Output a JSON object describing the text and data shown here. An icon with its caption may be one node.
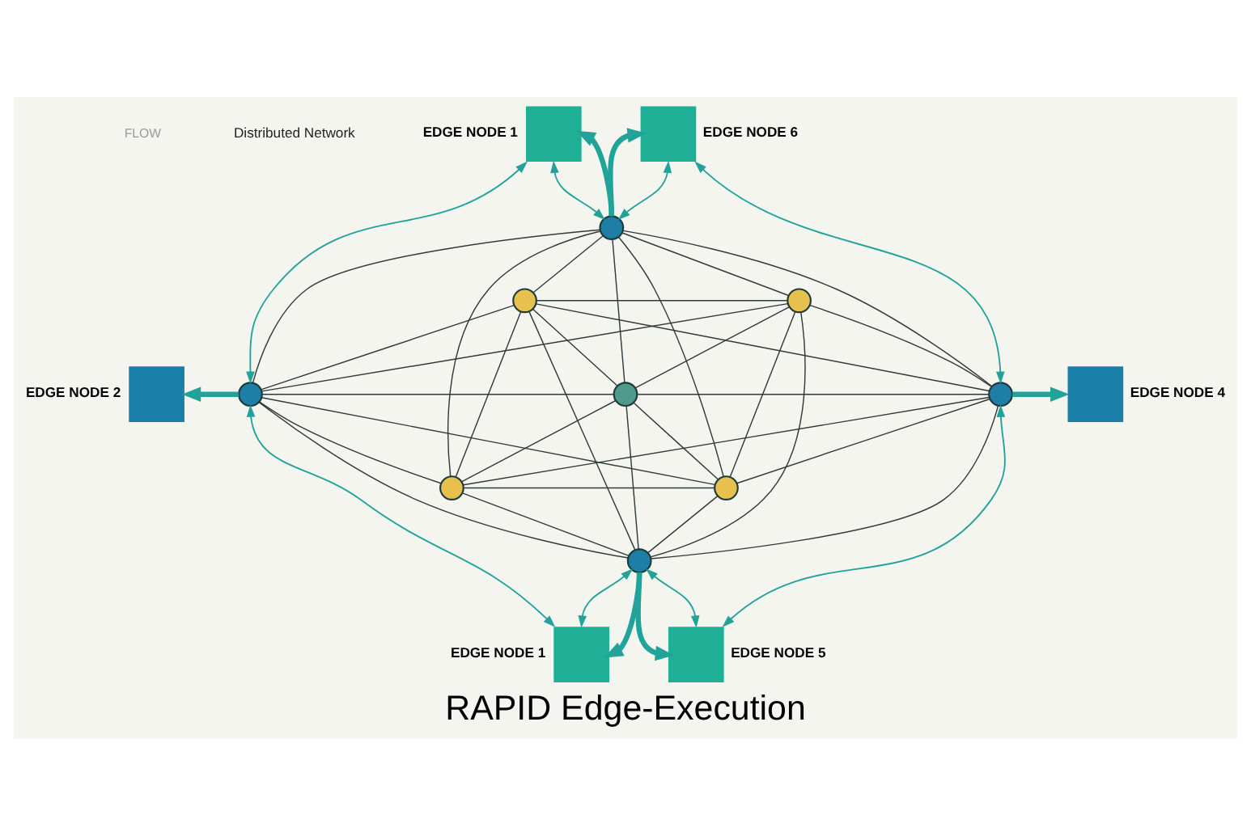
{
  "diagram": {
    "title": "RAPID Edge-Execution",
    "nodes": [
      {
        "text": [
          "EDGE NODE 1"
        ]
      },
      {
        "text": [
          "EDGE NODE 6"
        ]
      },
      {
        "text": [],
        "shape": "circle"
      },
      {
        "text": [],
        "shape": "circle"
      },
      {
        "text": [],
        "shape": "circle"
      },
      {
        "text": [
          "EDGE NODE 2"
        ]
      },
      {
        "text": [],
        "shape": "circle"
      },
      {
        "text": [],
        "shape": "circle"
      },
      {
        "text": [],
        "shape": "circle"
      },
      {
        "text": [
          "EDGE NODE 4"
        ]
      },
      {
        "text": [],
        "shape": "circle"
      },
      {
        "text": [],
        "shape": "circle"
      },
      {
        "text": [],
        "shape": "circle"
      },
      {
        "text": [
          "EDGE NODE 1"
        ]
      },
      {
        "text": [
          "EDGE NODE 5"
        ]
      }
    ],
    "edges": [
      {
        "from": 2,
        "to": 0,
        "arrow": "to",
        "style": "thick",
        "color": "#22a39a"
      },
      {
        "from": 2,
        "to": 1,
        "arrow": "to",
        "style": "thick",
        "color": "#22a39a"
      },
      {
        "from": 0,
        "to": 2,
        "arrow": "both",
        "color": "#22a39a"
      },
      {
        "from": 1,
        "to": 2,
        "arrow": "both",
        "color": "#22a39a"
      },
      {
        "from": 6,
        "to": 5,
        "arrow": "to",
        "style": "thick",
        "color": "#22a39a"
      },
      {
        "from": 0,
        "to": 6,
        "arrow": "both",
        "color": "#22a39a"
      },
      {
        "from": 13,
        "to": 6,
        "arrow": "both",
        "color": "#22a39a"
      },
      {
        "from": 8,
        "to": 9,
        "arrow": "to",
        "style": "thick",
        "color": "#22a39a"
      },
      {
        "from": 1,
        "to": 8,
        "arrow": "both",
        "color": "#22a39a"
      },
      {
        "from": 14,
        "to": 8,
        "arrow": "both",
        "color": "#22a39a"
      },
      {
        "from": 12,
        "to": 13,
        "arrow": "to",
        "style": "thick",
        "color": "#22a39a"
      },
      {
        "from": 12,
        "to": 14,
        "arrow": "to",
        "style": "thick",
        "color": "#22a39a"
      },
      {
        "from": 13,
        "to": 12,
        "arrow": "both",
        "color": "#22a39a"
      },
      {
        "from": 14,
        "to": 12,
        "arrow": "both",
        "color": "#22a39a"
      },
      {
        "from": 2,
        "to": 4,
        "arrow": "none"
      },
      {
        "from": 4,
        "to": 8,
        "arrow": "none"
      },
      {
        "from": 8,
        "to": 11,
        "arrow": "none"
      },
      {
        "from": 11,
        "to": 12,
        "arrow": "none"
      },
      {
        "from": 12,
        "to": 10,
        "arrow": "none"
      },
      {
        "from": 10,
        "to": 6,
        "arrow": "none"
      },
      {
        "from": 6,
        "to": 3,
        "arrow": "none"
      },
      {
        "from": 3,
        "to": 2,
        "arrow": "none"
      },
      {
        "from": 2,
        "to": 7,
        "arrow": "none"
      },
      {
        "from": 4,
        "to": 7,
        "arrow": "none"
      },
      {
        "from": 7,
        "to": 8,
        "arrow": "none"
      },
      {
        "from": 7,
        "to": 11,
        "arrow": "none"
      },
      {
        "from": 7,
        "to": 12,
        "arrow": "none"
      },
      {
        "from": 7,
        "to": 10,
        "arrow": "none"
      },
      {
        "from": 6,
        "to": 7,
        "arrow": "none"
      },
      {
        "from": 3,
        "to": 7,
        "arrow": "none"
      },
      {
        "from": 2,
        "to": 8,
        "arrow": "none"
      },
      {
        "from": 4,
        "to": 11,
        "arrow": "none"
      },
      {
        "from": 8,
        "to": 12,
        "arrow": "none"
      },
      {
        "from": 11,
        "to": 10,
        "arrow": "none"
      },
      {
        "from": 12,
        "to": 6,
        "arrow": "none"
      },
      {
        "from": 10,
        "to": 3,
        "arrow": "none"
      },
      {
        "from": 6,
        "to": 2,
        "arrow": "none"
      },
      {
        "from": 3,
        "to": 4,
        "arrow": "none"
      },
      {
        "from": 2,
        "to": 11,
        "arrow": "none"
      },
      {
        "from": 4,
        "to": 12,
        "arrow": "none"
      },
      {
        "from": 8,
        "to": 10,
        "arrow": "none"
      },
      {
        "from": 11,
        "to": 6,
        "arrow": "none"
      },
      {
        "from": 12,
        "to": 3,
        "arrow": "none"
      },
      {
        "from": 10,
        "to": 2,
        "arrow": "none"
      },
      {
        "from": 6,
        "to": 4,
        "arrow": "none"
      },
      {
        "from": 3,
        "to": 8,
        "arrow": "none"
      }
    ],
    "labels": [
      "FLOW",
      "Distributed Network"
    ]
  }
}
